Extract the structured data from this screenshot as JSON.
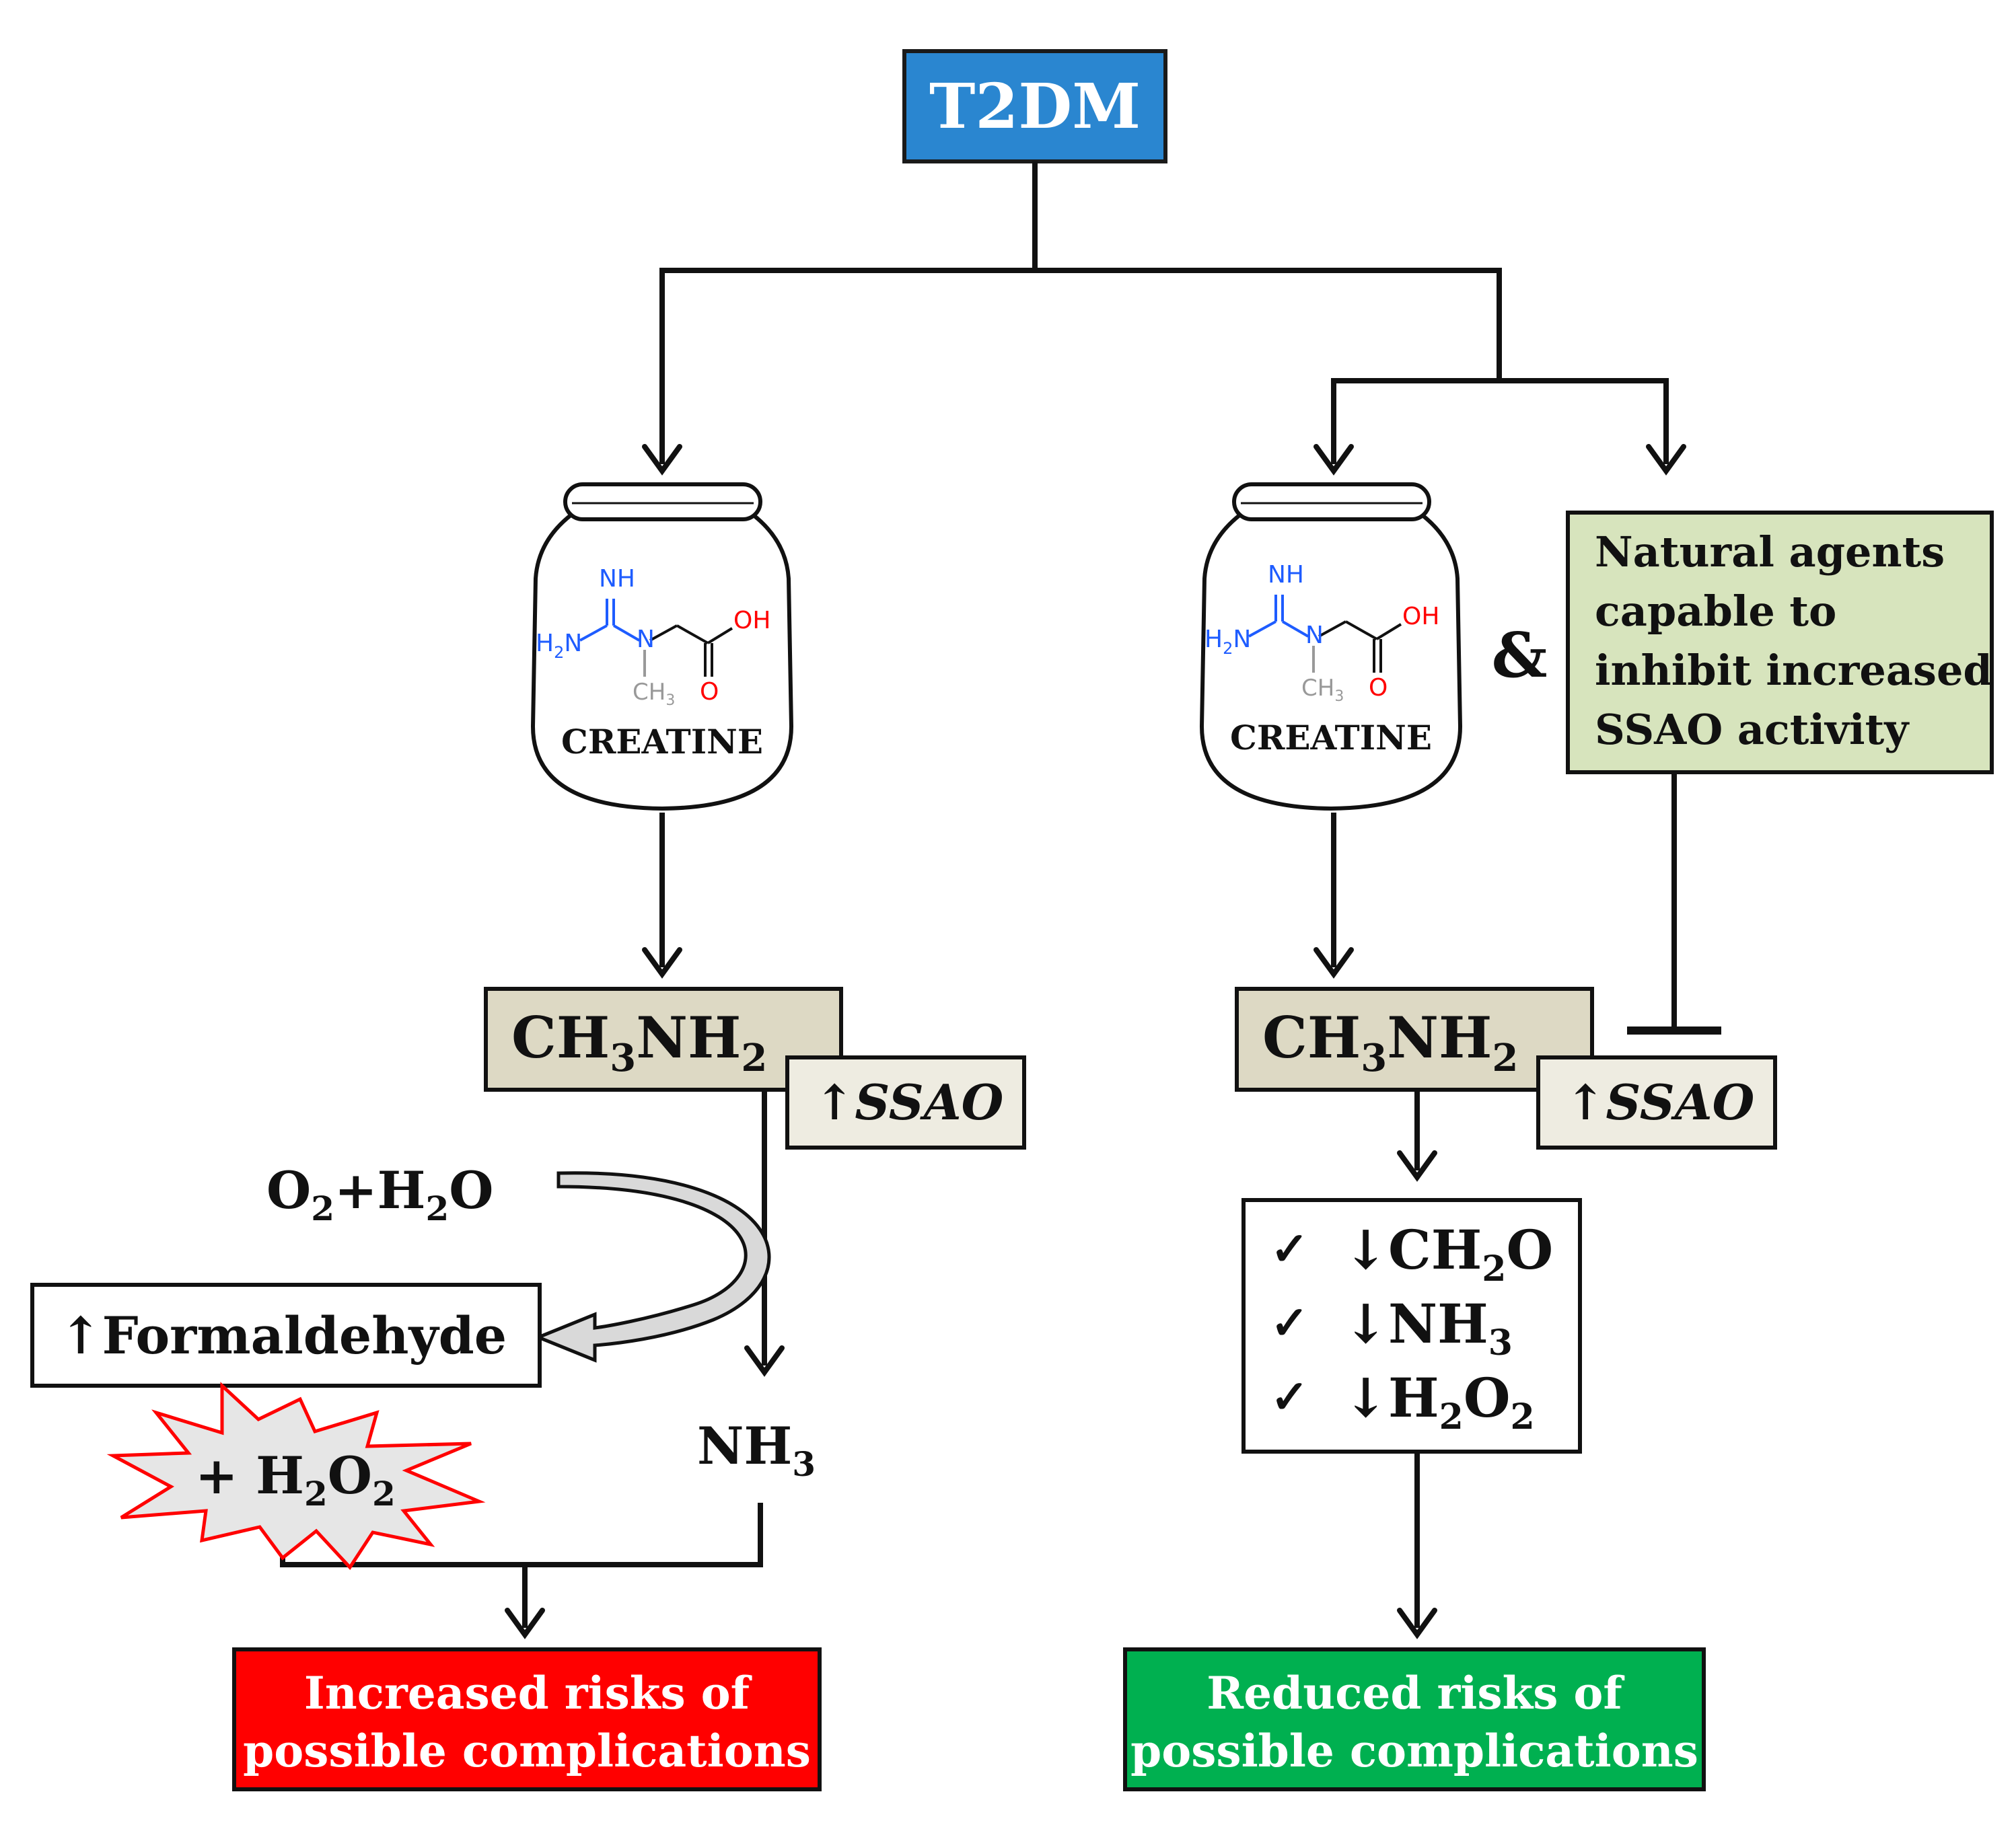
{
  "top": {
    "label": "T2DM"
  },
  "left": {
    "jar": {
      "label": "CREATINE",
      "atoms": {
        "nh": "NH",
        "h2n": "H",
        "h2n_sub": "2",
        "h2n_rest": "N",
        "n": "N",
        "oh": "OH",
        "o": "O",
        "ch3": "CH",
        "ch3_sub": "3"
      }
    },
    "ch3nh2": {
      "a": "CH",
      "s1": "3",
      "b": "NH",
      "s2": "2"
    },
    "ssao": {
      "arrow": "↑",
      "text": "SSAO"
    },
    "reactant": {
      "a": "O",
      "s1": "2",
      "b": "+H",
      "s2": "2",
      "c": "O"
    },
    "formaldehyde": "↑Formaldehyde",
    "h2o2": {
      "a": "+ H",
      "s1": "2",
      "b": "O",
      "s2": "2"
    },
    "nh3": {
      "a": "NH",
      "s1": "3"
    },
    "outcome": {
      "line1": "Increased risks of",
      "line2": "possible complications"
    }
  },
  "right": {
    "jar": {
      "label": "CREATINE",
      "atoms": {
        "nh": "NH",
        "h2n": "H",
        "h2n_sub": "2",
        "h2n_rest": "N",
        "n": "N",
        "oh": "OH",
        "o": "O",
        "ch3": "CH",
        "ch3_sub": "3"
      }
    },
    "ampersand": "&",
    "agents": {
      "line1": "Natural agents",
      "line2": "capable to",
      "line3": "inhibit increased",
      "line4": "SSAO activity"
    },
    "ch3nh2": {
      "a": "CH",
      "s1": "3",
      "b": "NH",
      "s2": "2"
    },
    "ssao": {
      "arrow": "↑",
      "text": "SSAO"
    },
    "checklist": {
      "check": "✓",
      "item1": {
        "a": "↓CH",
        "s1": "2",
        "b": "O"
      },
      "item2": {
        "a": "↓NH",
        "s1": "3"
      },
      "item3": {
        "a": "↓H",
        "s1": "2",
        "b": "O",
        "s2": "2"
      }
    },
    "outcome": {
      "line1": "Reduced risks of",
      "line2": "possible complications"
    }
  },
  "colors": {
    "t2dm_fill": "#2a86d0",
    "ch3nh2_fill": "#ddd9c4",
    "ssao_fill": "#eeece1",
    "agents_fill": "#d7e4bd",
    "increased_fill": "#ff0000",
    "reduced_fill": "#00b050",
    "starburst_stroke": "#ff0000",
    "starburst_fill": "#e6e6e6",
    "nitrogen": "#1e5cff",
    "oxygen": "#ff0000",
    "methyl": "#999999"
  }
}
